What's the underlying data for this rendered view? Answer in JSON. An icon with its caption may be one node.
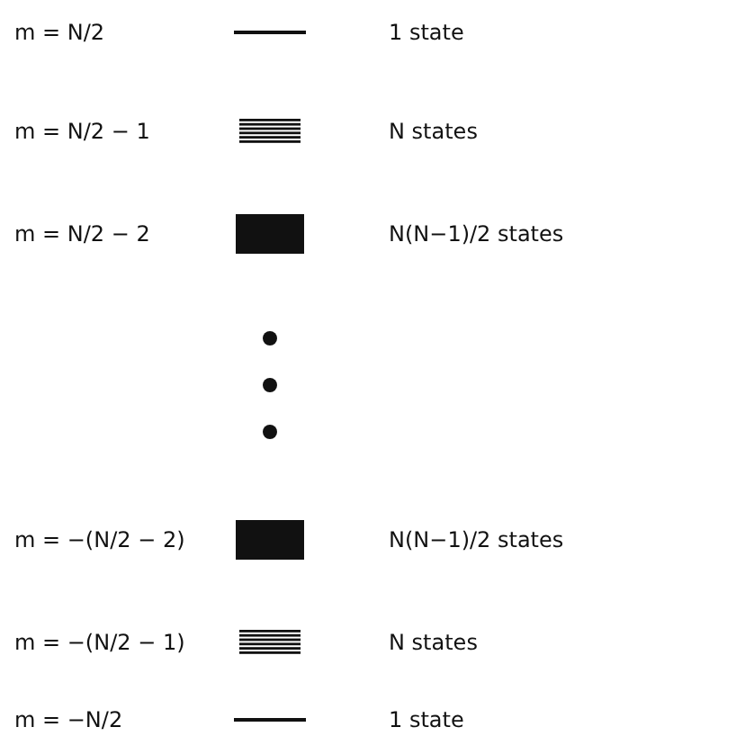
{
  "diagram": {
    "labels": [
      "m = N/2",
      "1 state",
      "m = N/2 − 1",
      "N states",
      "m = N/2 − 2",
      "N(N−1)/2  states",
      "m = −(N/2 − 2)",
      "N(N−1)/2  states",
      "m = −(N/2 − 1)",
      "N states",
      "m = −N/2",
      "1 state"
    ]
  }
}
